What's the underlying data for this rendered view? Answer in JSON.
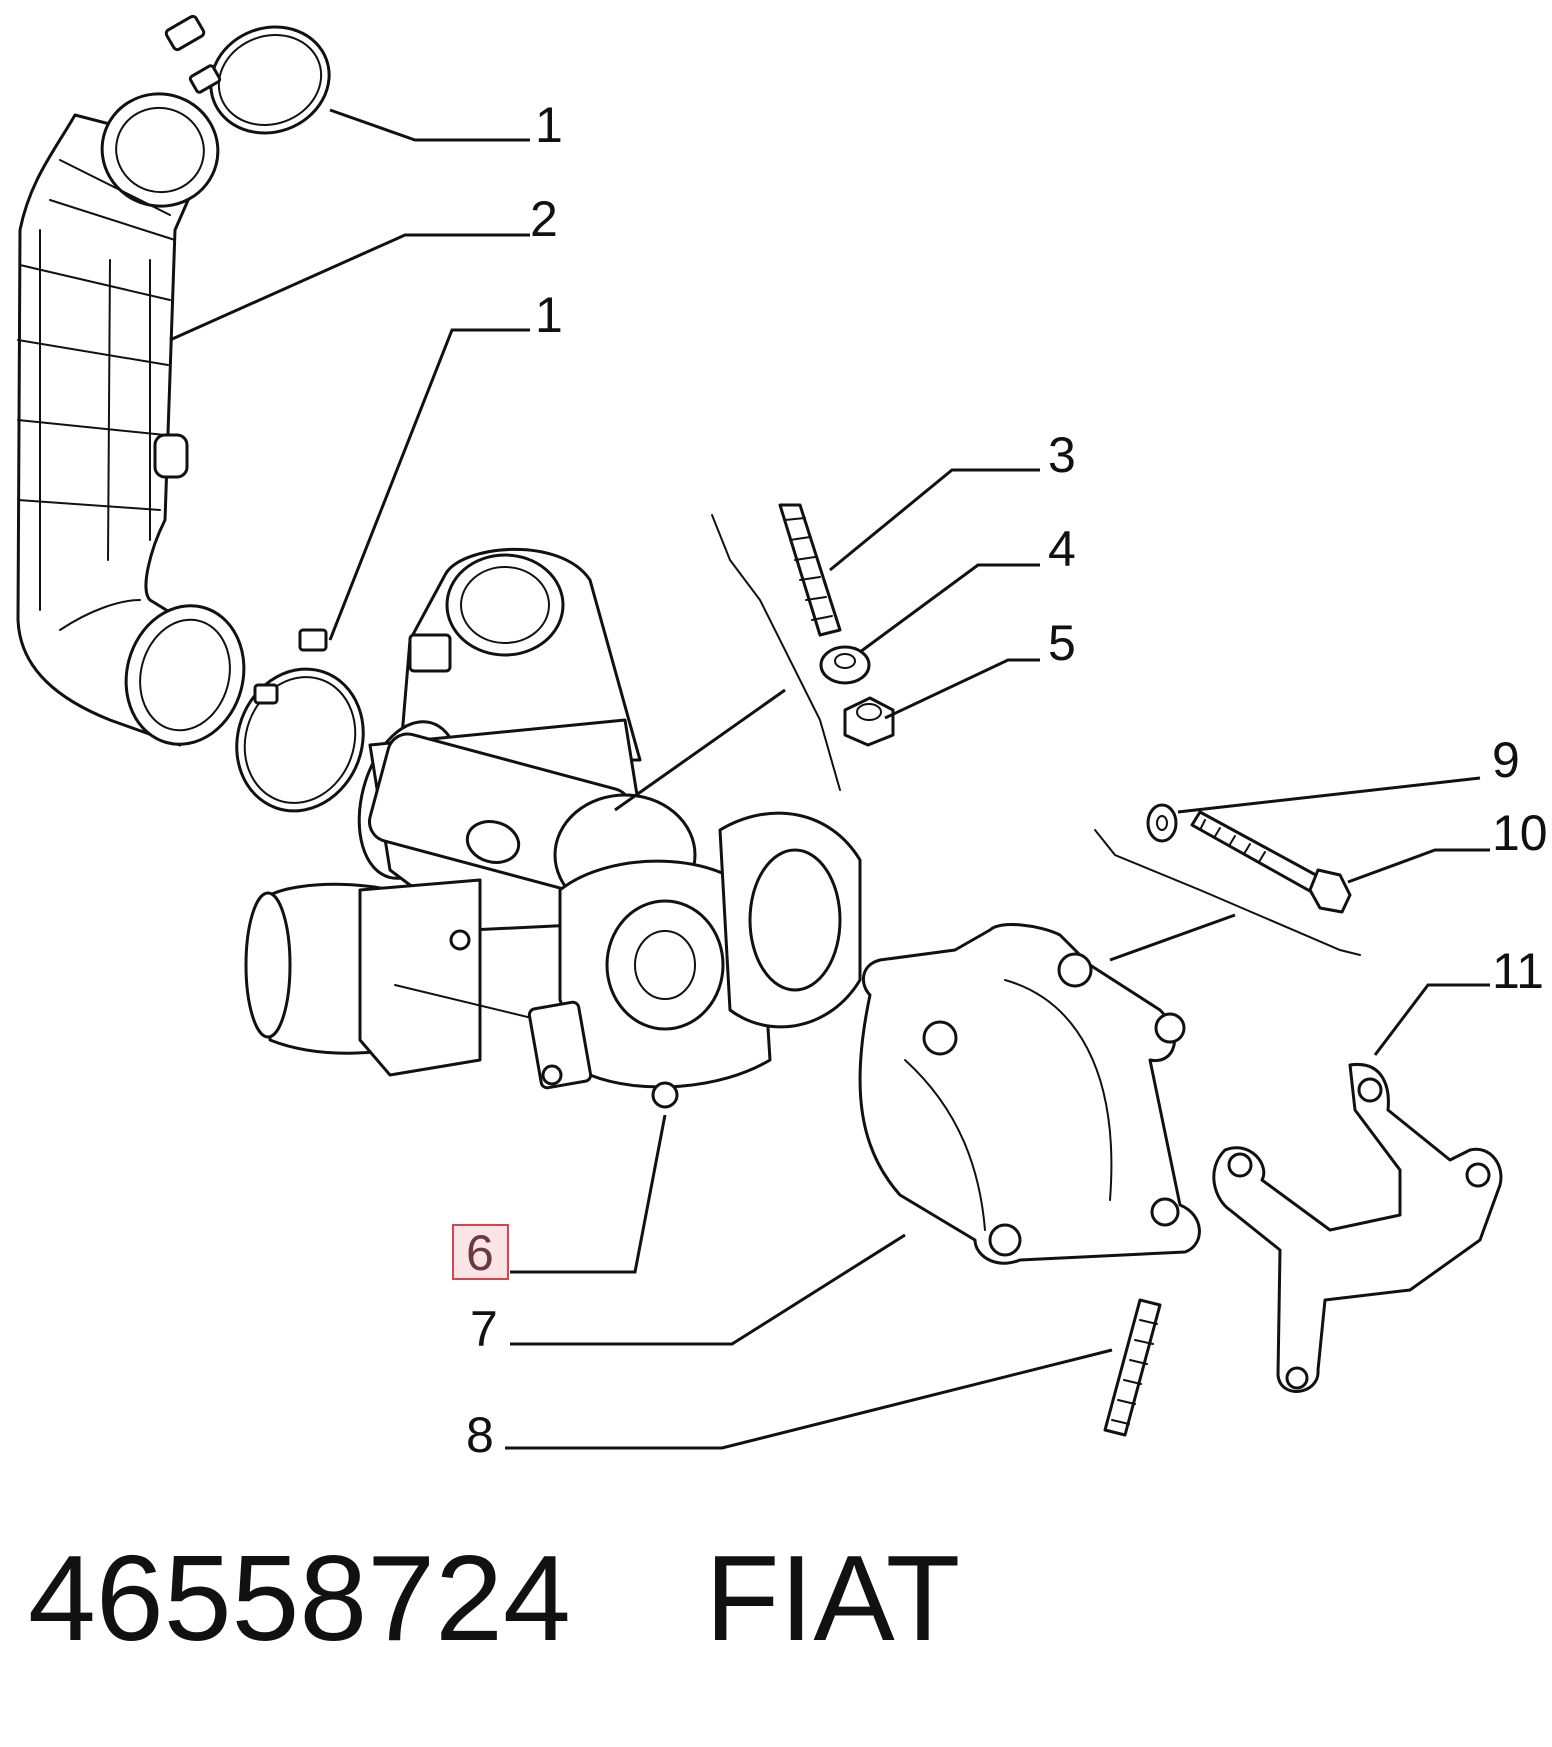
{
  "diagram": {
    "callouts": [
      {
        "id": "c1a",
        "label": "1"
      },
      {
        "id": "c2",
        "label": "2"
      },
      {
        "id": "c1b",
        "label": "1"
      },
      {
        "id": "c3",
        "label": "3"
      },
      {
        "id": "c4",
        "label": "4"
      },
      {
        "id": "c5",
        "label": "5"
      },
      {
        "id": "c9",
        "label": "9"
      },
      {
        "id": "c10",
        "label": "10"
      },
      {
        "id": "c11",
        "label": "11"
      },
      {
        "id": "c6",
        "label": "6",
        "highlighted": true
      },
      {
        "id": "c7",
        "label": "7"
      },
      {
        "id": "c8",
        "label": "8"
      }
    ],
    "highlight_color": "#d9434e",
    "highlight_fill": "#fbe4e6"
  },
  "footer": {
    "part_number": "46558724",
    "brand": "FIAT"
  }
}
